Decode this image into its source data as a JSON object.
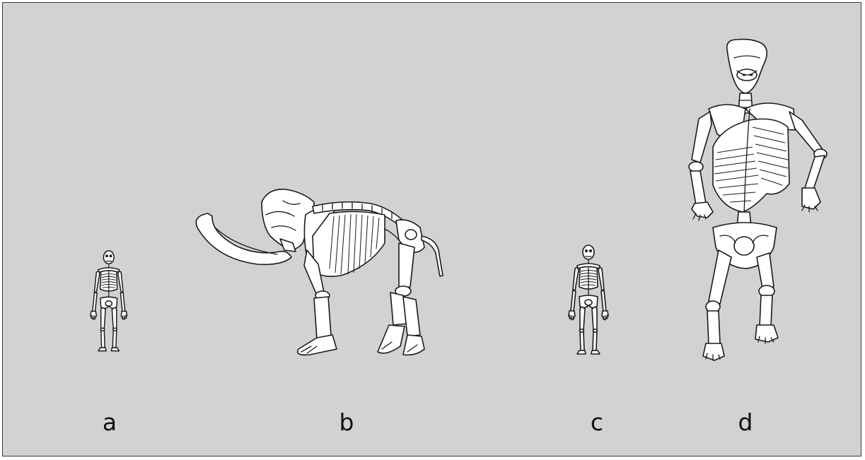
{
  "figure": {
    "labels": [
      "a",
      "b",
      "c",
      "d"
    ]
  },
  "colors": {
    "background": "#d1d2d4",
    "border": "#3a3a3a",
    "bone_fill": "#ffffff",
    "outline": "#1a1a1a"
  }
}
